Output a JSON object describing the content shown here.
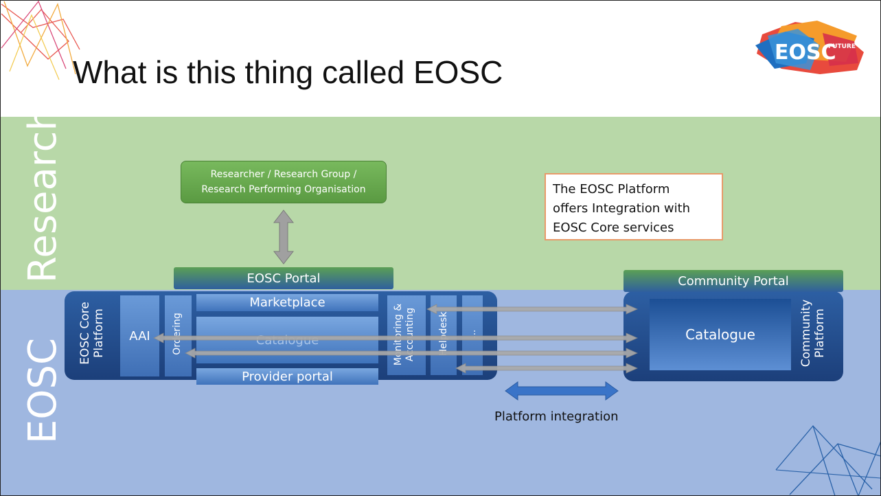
{
  "title": "What is this thing called EOSC",
  "logo": {
    "main": "EOSC",
    "sub": "FUTURE"
  },
  "bands": {
    "research": "Research",
    "eosc": "EOSC"
  },
  "researcher_box": {
    "line1": "Researcher / Research Group /",
    "line2": "Research Performing Organisation"
  },
  "eosc_portal": "EOSC Portal",
  "community_portal": "Community Portal",
  "note": {
    "line1": "The EOSC Platform",
    "line2": "offers Integration with",
    "line3": "EOSC Core services"
  },
  "core_platform": {
    "label_line1": "EOSC Core",
    "label_line2": "Platform",
    "aai": "AAI",
    "ordering": "Ordering",
    "marketplace": "Marketplace",
    "catalogue": "Catalogue",
    "provider_portal": "Provider portal",
    "monitoring_line1": "Monitoring &",
    "monitoring_line2": "Accounting",
    "helpdesk": "Helpdesk",
    "more": "..."
  },
  "community_platform": {
    "label_line1": "Community",
    "label_line2": "Platform",
    "catalogue": "Catalogue"
  },
  "platform_integration": "Platform integration",
  "colors": {
    "research_band": "#b8d8a8",
    "eosc_band": "#9fb7e0",
    "note_border": "#e89a6a",
    "green_box": "#6aab50",
    "platform_dark": "#1c3f7a"
  }
}
